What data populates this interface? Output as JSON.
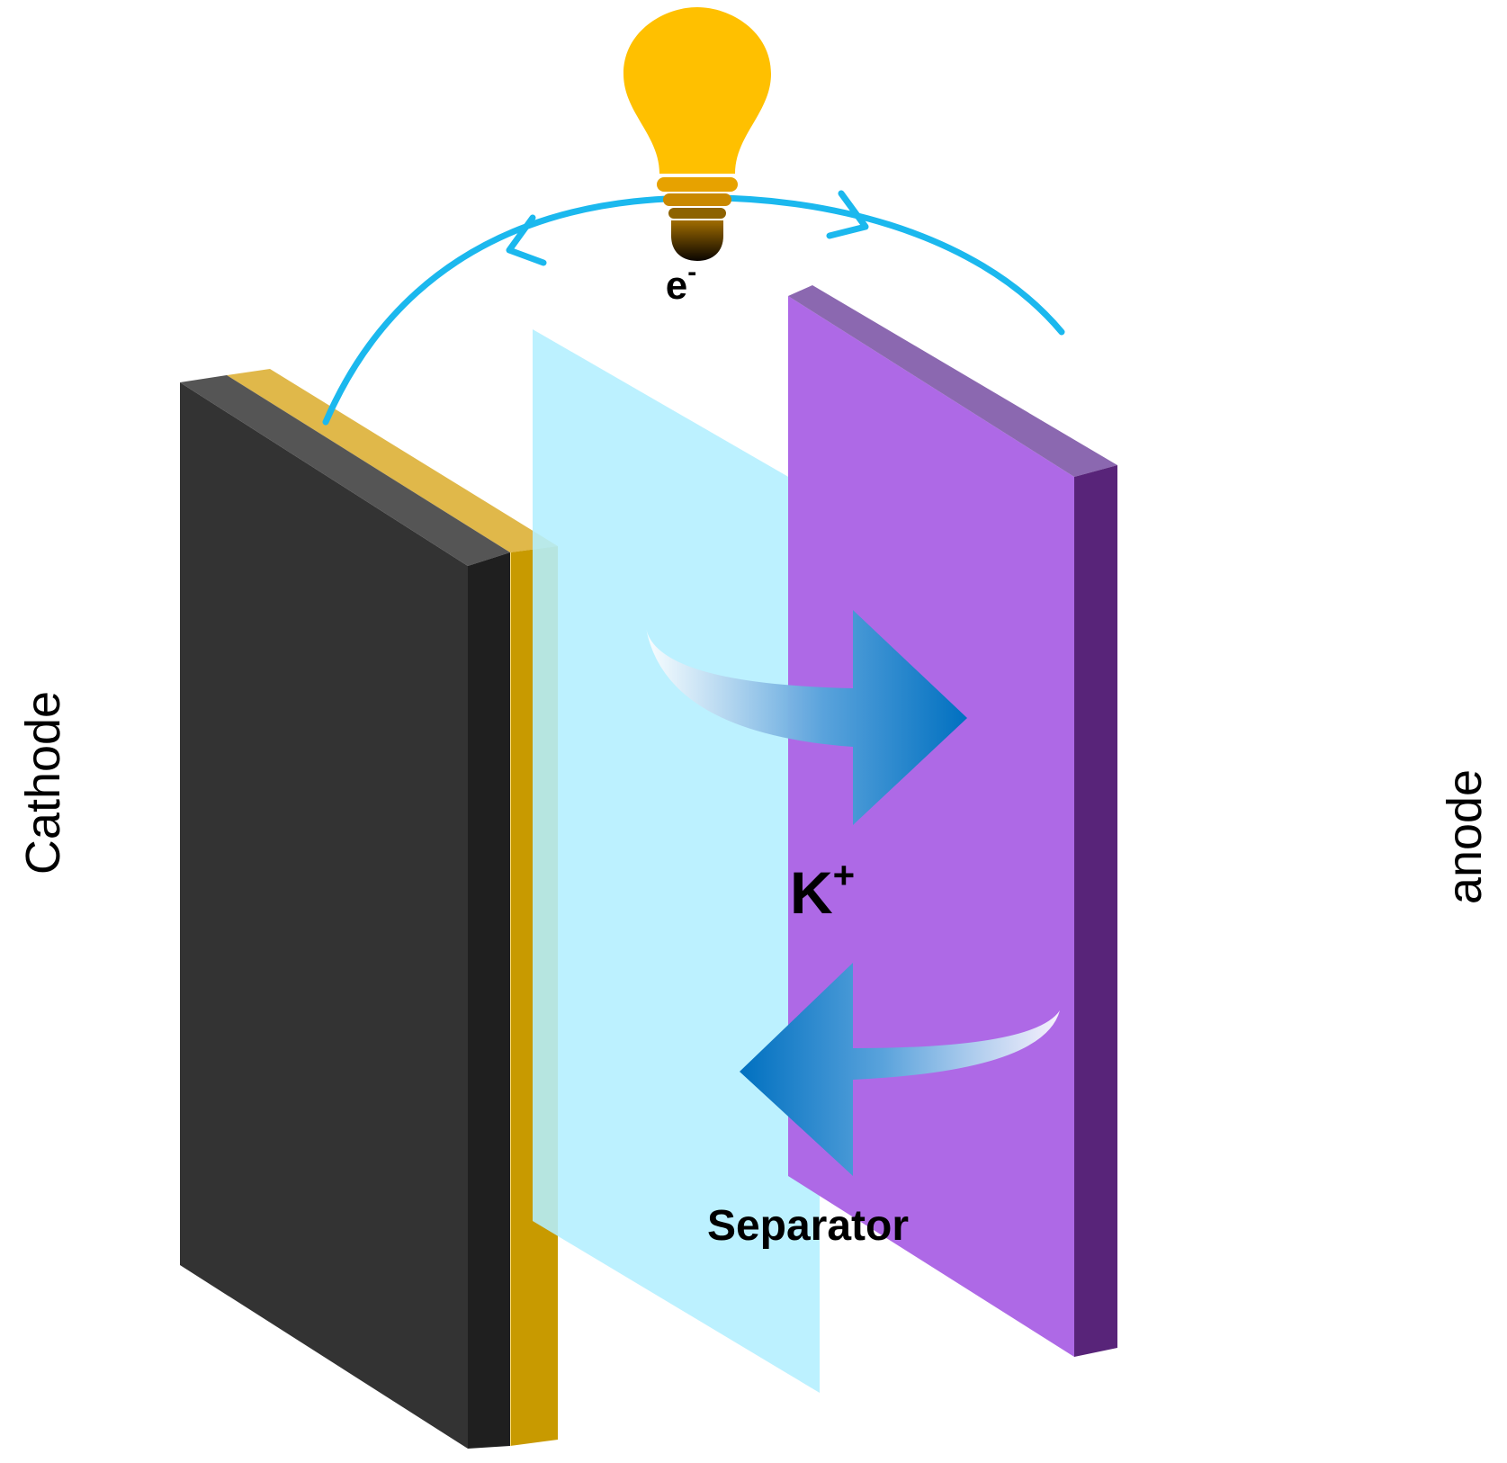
{
  "labels": {
    "cathode": "Cathode",
    "anode": "anode",
    "separator": "Separator",
    "ion": "K",
    "ion_charge": "+",
    "electron": "e",
    "electron_charge": "-"
  },
  "colors": {
    "cathode_front": "#333333",
    "cathode_side": "#1f1f1f",
    "cathode_top": "#555555",
    "collector_front": "#c89a00",
    "collector_top": "#e0b84a",
    "separator": "#b3efff",
    "anode_front": "#ae69e6",
    "anode_side": "#582479",
    "anode_top": "#8b68b0",
    "circuit": "#1bb8ee",
    "ion_arrow": "#0070c0",
    "bulb_glass": "#ffc000"
  },
  "icons": {
    "bulb": "light-bulb-icon"
  }
}
